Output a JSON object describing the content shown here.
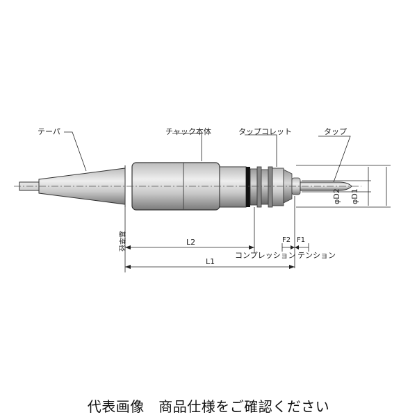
{
  "labels": {
    "taper": "テーパ",
    "chuck_body": "チャック本体",
    "tap_collet": "タップコレット",
    "tap": "タップ",
    "gauge_diameter": "基準径",
    "l2": "L2",
    "l1": "L1",
    "f2": "F2",
    "f1": "F1",
    "compression": "コンプレッション",
    "tension": "テンション",
    "d2": "φD2",
    "d1": "φD1"
  },
  "notice": "代表画像　商品仕様をご確認ください"
}
